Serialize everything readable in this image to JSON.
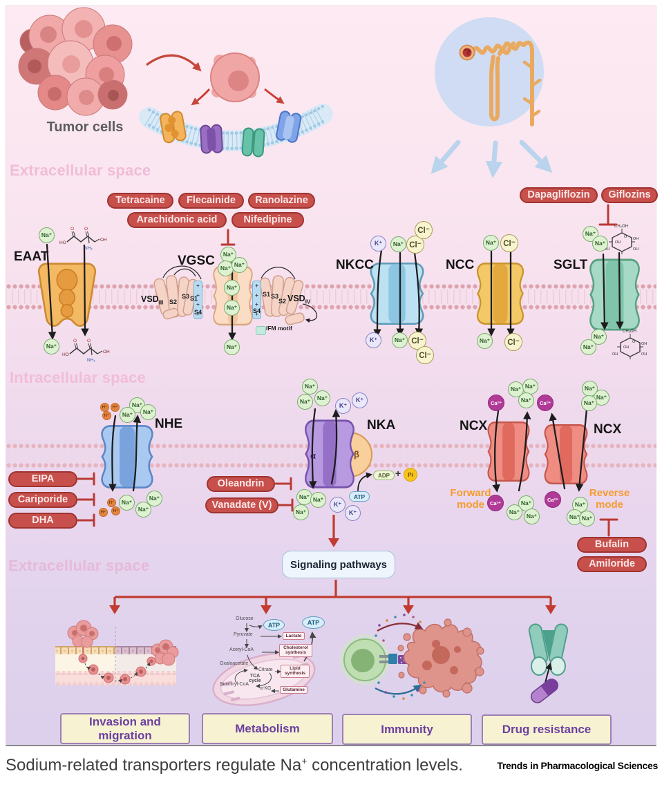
{
  "figure": {
    "tumor_cells_label": "Tumor cells",
    "caption_pre": "Sodium-related transporters regulate Na",
    "caption_sup": "+",
    "caption_post": " concentration levels.",
    "journal": "Trends in Pharmacological Sciences"
  },
  "sections": {
    "extracellular_top": "Extracellular space",
    "intracellular": "Intracellular space",
    "extracellular_bottom": "Extracellular space"
  },
  "ions": {
    "na": "Na⁺",
    "k": "K⁺",
    "cl": "Cl⁻",
    "ca": "Ca²⁺",
    "h": "H⁺"
  },
  "molecules": {
    "atp": "ATP",
    "adp": "ADP",
    "pi": "Pi",
    "plus": "+",
    "glucose_top": "CH₂OH",
    "oh": "OH",
    "ho": "HO",
    "o": "O",
    "nh2": "NH₂"
  },
  "transporters": {
    "eaat": "EAAT",
    "vgsc": "VGSC",
    "nkcc": "NKCC",
    "ncc": "NCC",
    "sglt": "SGLT",
    "nhe": "NHE",
    "nka": "NKA",
    "ncx": "NCX",
    "alpha": "α",
    "beta": "β",
    "vsd": "VSD",
    "vsd3_sub": "III",
    "vsd4_sub": "IV",
    "s1": "S1",
    "s2": "S2",
    "s3": "S3",
    "s4": "S4",
    "s4_plus": "+",
    "ifm_motif": "IFM motif",
    "forward_mode": "Forward mode",
    "reverse_mode": "Reverse mode"
  },
  "drugs": {
    "vgsc_row1": [
      "Tetracaine",
      "Flecainide",
      "Ranolazine"
    ],
    "vgsc_row2": [
      "Arachidonic acid",
      "Nifedipine"
    ],
    "sglt": [
      "Dapagliflozin",
      "Giflozins"
    ],
    "nhe": [
      "EIPA",
      "Cariporide",
      "DHA"
    ],
    "nka": [
      "Oleandrin",
      "Vanadate (V)"
    ],
    "ncx": [
      "Bufalin",
      "Amiloride"
    ]
  },
  "signaling_label": "Signaling pathways",
  "metabolism": {
    "glucose": "Glucose",
    "pyruvate": "Pyruvate",
    "lactate": "Lactate",
    "acetyl_coa": "Acetyl-CoA",
    "cholesterol_synthesis": "Cholesterol synthesis",
    "oxaloacetate": "Oxaloacetate",
    "citrate": "Citrate",
    "tca_cycle": "TCA cycle",
    "succinyl_coa": "Succinyl-CoA",
    "akg": "α-KG",
    "glutamine": "Glutamine",
    "lipid_synthesis": "Lipid synthesis",
    "atp": "ATP"
  },
  "outcomes": [
    "Invasion and migration",
    "Metabolism",
    "Immunity",
    "Drug resistance"
  ],
  "colors": {
    "inhibitor_pill": "#c7504c",
    "accent_red": "#c13b30",
    "outcome_text": "#6b3fa0",
    "mode_orange": "#f59b2d"
  }
}
